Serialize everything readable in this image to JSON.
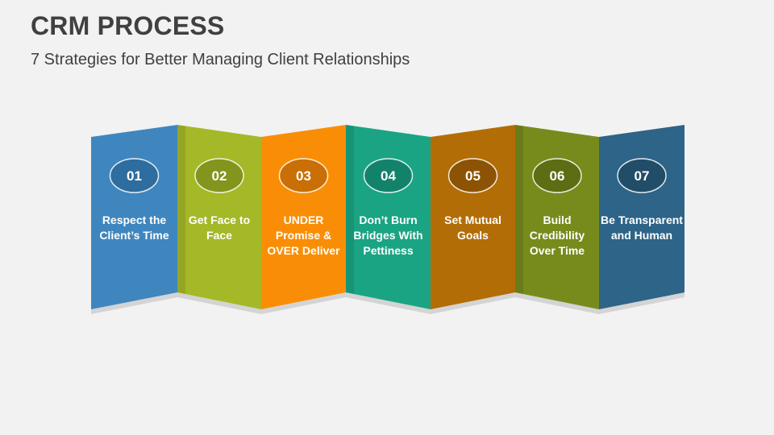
{
  "title": "CRM PROCESS",
  "subtitle": "7 Strategies for Better Managing Client Relationships",
  "steps": [
    {
      "number": "01",
      "label": "Respect the Client’s Time",
      "color": "#3f86bf",
      "circle": "#2e6d9e"
    },
    {
      "number": "02",
      "label": "Get Face to Face",
      "color": "#a5b928",
      "circle": "#83951c"
    },
    {
      "number": "03",
      "label": "UNDER Promise & OVER Deliver",
      "color": "#f98e06",
      "circle": "#c96f05"
    },
    {
      "number": "04",
      "label": "Don’t Burn Bridges With Pettiness",
      "color": "#1aa483",
      "circle": "#12836a"
    },
    {
      "number": "05",
      "label": "Set Mutual Goals",
      "color": "#b36d06",
      "circle": "#8c5304"
    },
    {
      "number": "06",
      "label": "Build Credibility Over Time",
      "color": "#768b1c",
      "circle": "#5c6d13"
    },
    {
      "number": "07",
      "label": "Be Transparent and Human",
      "color": "#2d6488",
      "circle": "#214d69"
    }
  ]
}
